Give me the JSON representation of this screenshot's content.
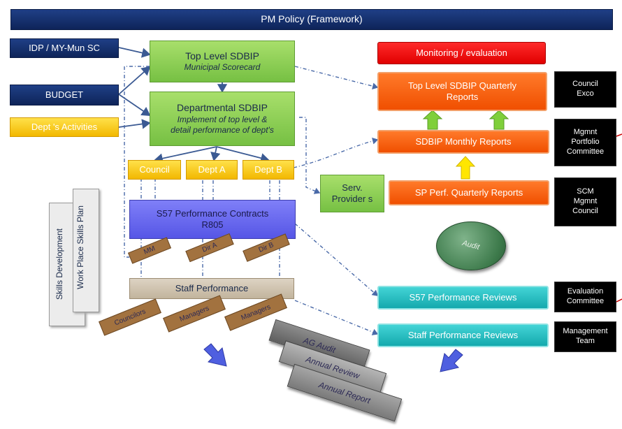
{
  "title": "PM Policy (Framework)",
  "inputs": {
    "idp": "IDP / MY-Mun SC",
    "budget": "BUDGET",
    "activities": "Dept 's Activities"
  },
  "top_level": {
    "title": "Top Level SDBIP",
    "subtitle": "Municipal Scorecard"
  },
  "departmental": {
    "title": "Departmental SDBIP",
    "line1": "Implement of top level &",
    "line2": "detail performance of dept's"
  },
  "units": {
    "council": "Council",
    "dept_a": "Dept A",
    "dept_b": "Dept B"
  },
  "contracts": {
    "line1": "S57 Performance Contracts",
    "line2": "R805"
  },
  "contract_tags": {
    "mm": "MM",
    "dir_a": "Dir A",
    "dir_b": "Dir B"
  },
  "staff_performance": "Staff Performance",
  "staff_tags": {
    "councilors": "Councilors",
    "managers1": "Managers",
    "managers2": "Managers"
  },
  "serv_providers": {
    "line1": "Serv.",
    "line2": "Provider s"
  },
  "skills": {
    "development": "Skills Development",
    "plan": "Work Place Skills Plan"
  },
  "reports": {
    "monitoring": "Monitoring / evaluation",
    "quarterly_line1": "Top Level SDBIP Quarterly",
    "quarterly_line2": "Reports",
    "monthly": "SDBIP Monthly Reports",
    "sp_quarterly": "SP Perf. Quarterly Reports",
    "s57_reviews": "S57 Performance Reviews",
    "staff_reviews": "Staff Performance Reviews"
  },
  "committees": {
    "council_exco": [
      "Council",
      "Exco"
    ],
    "mgmnt_portfolio": [
      "Mgmnt",
      "Portfolio",
      "Committee"
    ],
    "scm": [
      "SCM",
      "Mgmnt",
      "Council"
    ],
    "evaluation": [
      "Evaluation",
      "Committee"
    ],
    "management": [
      "Management",
      "Team"
    ]
  },
  "audit": "Audit",
  "annual": {
    "ag_audit": "AG Audit",
    "annual_review": "Annual Review",
    "annual_report": "Annual Report"
  },
  "colors": {
    "navy": "#12296a",
    "green": "#8ed254",
    "yellow": "#ffc800",
    "orange": "#f55a10",
    "red": "#ee0000",
    "teal": "#1ebcc0",
    "purple": "#6a6af0",
    "brown": "#a2723f"
  }
}
